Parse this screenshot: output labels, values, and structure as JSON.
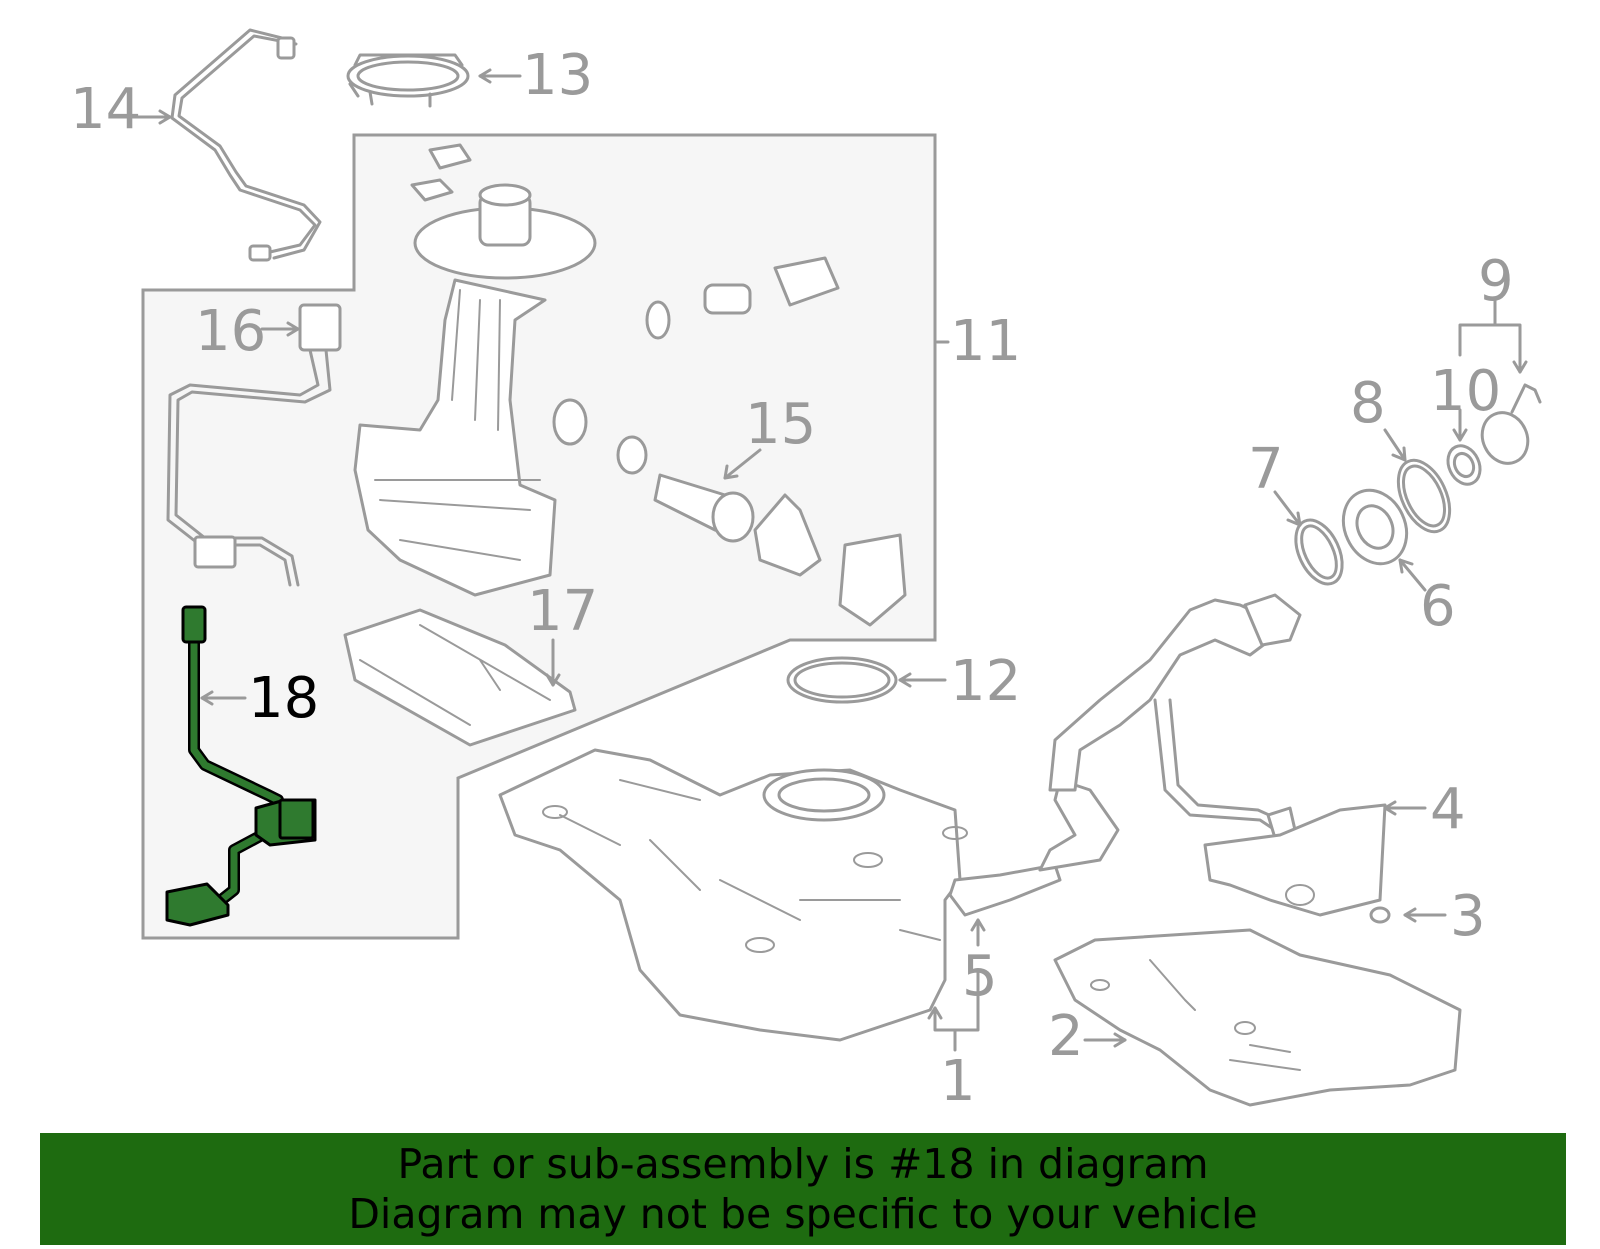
{
  "diagram": {
    "callouts": {
      "c1": "1",
      "c2": "2",
      "c3": "3",
      "c4": "4",
      "c5": "5",
      "c6": "6",
      "c7": "7",
      "c8": "8",
      "c9": "9",
      "c10": "10",
      "c11": "11",
      "c12": "12",
      "c13": "13",
      "c14": "14",
      "c15": "15",
      "c16": "16",
      "c17": "17",
      "c18": "18"
    },
    "highlighted_part": "18",
    "colors": {
      "line": "#9a9a9a",
      "highlight": "#2f7a2f",
      "panel": "#f6f6f6",
      "banner": "#1e6b10"
    }
  },
  "banner": {
    "line1": "Part or sub-assembly is #18 in diagram",
    "line2": "Diagram may not be specific to your vehicle"
  }
}
